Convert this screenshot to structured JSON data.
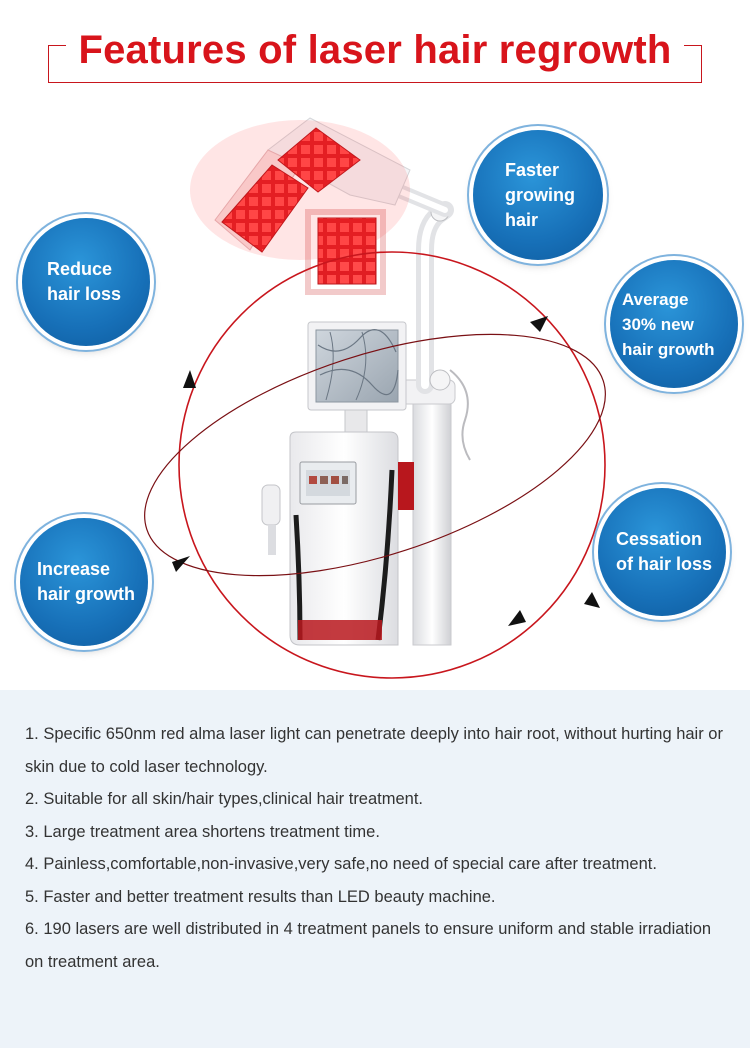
{
  "header": {
    "title": "Features of laser hair regrowth"
  },
  "badges": {
    "faster": {
      "lines": [
        "Faster",
        "growing",
        "hair"
      ]
    },
    "reduce": {
      "lines": [
        "Reduce",
        "hair loss"
      ]
    },
    "average": {
      "lines": [
        "Average",
        "30% new",
        "hair growth"
      ]
    },
    "increase": {
      "lines": [
        "Increase",
        "hair growth"
      ]
    },
    "cessation": {
      "lines": [
        "Cessation",
        "of hair loss"
      ]
    }
  },
  "features": {
    "items": [
      "1. Specific 650nm red alma laser light can penetrate deeply into hair root, without hurting hair or skin due to cold laser technology.",
      "2. Suitable for all skin/hair types,clinical hair treatment.",
      "3. Large treatment area shortens treatment time.",
      "4. Painless,comfortable,non-invasive,very safe,no need of special care after treatment.",
      "5. Faster and better treatment results than LED beauty machine.",
      "6. 190 lasers are well distributed in 4 treatment panels to ensure uniform and stable irradiation on treatment area."
    ]
  },
  "colors": {
    "title_red": "#d8141b",
    "badge_blue": "#1770b8",
    "panel_bg": "#edf3f9",
    "ring_red": "#c8161d"
  }
}
